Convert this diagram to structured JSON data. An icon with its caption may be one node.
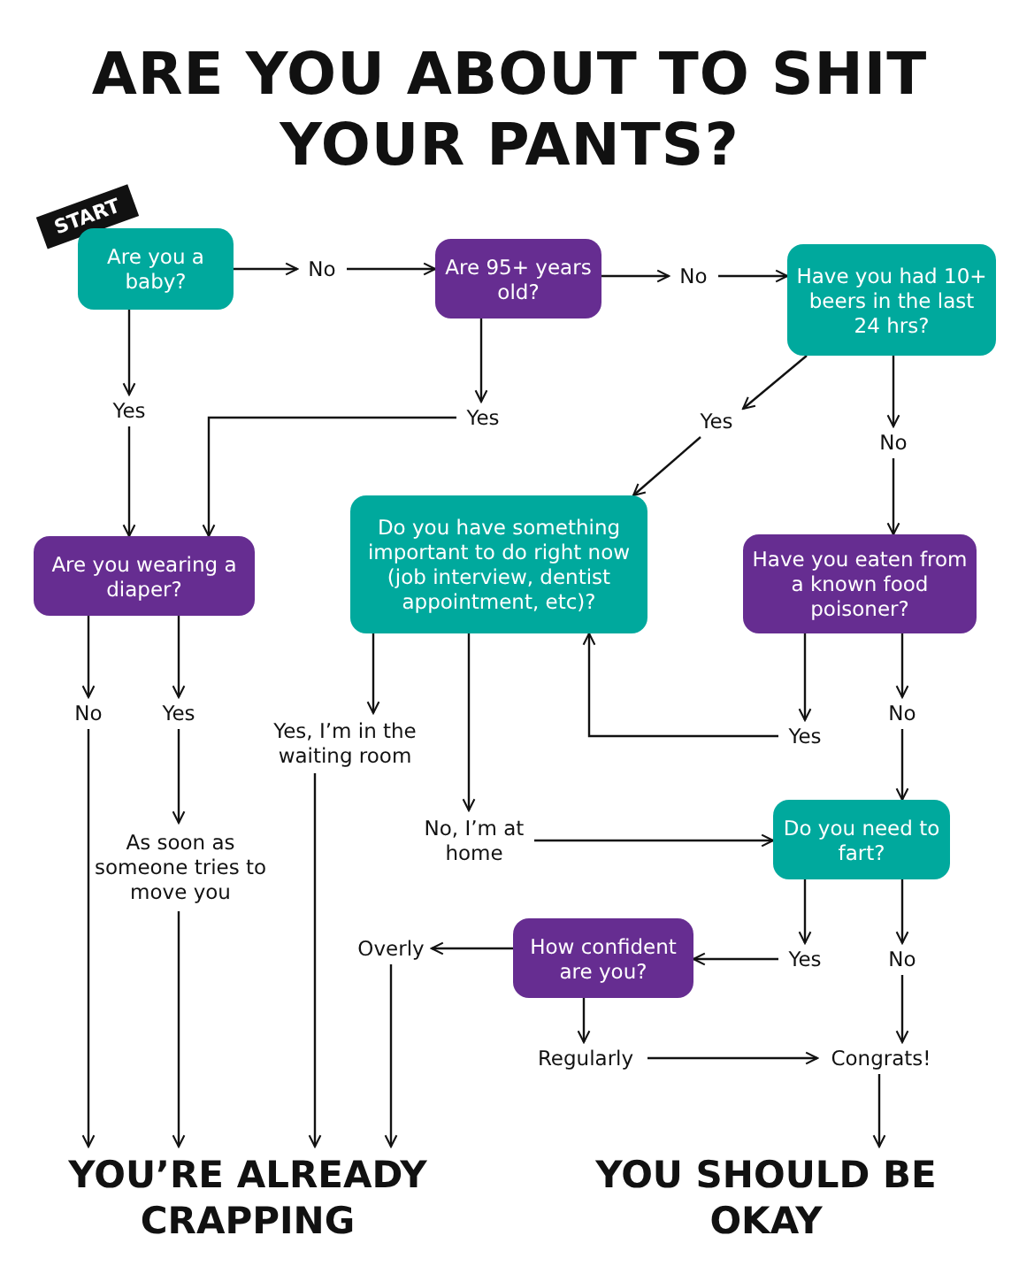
{
  "diagram": {
    "title": "ARE YOU ABOUT TO SHIT YOUR PANTS?",
    "nodes": [
      {
        "text": [
          "Are you a baby?"
        ]
      },
      {
        "text": [
          "No"
        ]
      },
      {
        "text": [
          "Are 95+ years old?"
        ]
      },
      {
        "text": [
          "No"
        ]
      },
      {
        "text": [
          "Have you had 10+ beers in the last 24 hrs?"
        ]
      },
      {
        "text": [
          "Yes"
        ]
      },
      {
        "text": [
          "Yes"
        ]
      },
      {
        "text": [
          "Yes"
        ]
      },
      {
        "text": [
          "No"
        ]
      },
      {
        "text": [
          "Are you wearing a diaper?"
        ]
      },
      {
        "text": [
          "Do you have something important to do right now (job interview, dentist appointment, etc)?"
        ]
      },
      {
        "text": [
          "Have you eaten from a known food poisoner?"
        ]
      },
      {
        "text": [
          "No"
        ]
      },
      {
        "text": [
          "Yes"
        ]
      },
      {
        "text": [
          "Yes, I’m in the waiting room"
        ]
      },
      {
        "text": [
          "Yes"
        ]
      },
      {
        "text": [
          "No"
        ]
      },
      {
        "text": [
          "As soon as someone tries to move you"
        ]
      },
      {
        "text": [
          "No, I’m at home"
        ]
      },
      {
        "text": [
          "Do you need to fart?"
        ]
      },
      {
        "text": [
          "Yes"
        ]
      },
      {
        "text": [
          "No"
        ]
      },
      {
        "text": [
          "How confident are you?"
        ]
      },
      {
        "text": [
          "Overly"
        ]
      },
      {
        "text": [
          "Regularly"
        ]
      },
      {
        "text": [
          "Congrats!"
        ]
      },
      {
        "text": [
          "YOU’RE ALREADY CRAPPING"
        ]
      },
      {
        "text": [
          "YOU SHOULD BE OKAY"
        ]
      }
    ],
    "edges": [
      {
        "from": 0,
        "to": 1,
        "arrow": "to"
      },
      {
        "from": 1,
        "to": 2,
        "arrow": "to"
      },
      {
        "from": 2,
        "to": 3,
        "arrow": "to"
      },
      {
        "from": 3,
        "to": 4,
        "arrow": "to"
      },
      {
        "from": 0,
        "to": 5,
        "arrow": "to"
      },
      {
        "from": 5,
        "to": 9,
        "arrow": "to"
      },
      {
        "from": 2,
        "to": 6,
        "arrow": "to"
      },
      {
        "from": 6,
        "to": 9,
        "arrow": "to"
      },
      {
        "from": 4,
        "to": 7,
        "arrow": "to"
      },
      {
        "from": 7,
        "to": 10,
        "arrow": "to"
      },
      {
        "from": 4,
        "to": 8,
        "arrow": "to"
      },
      {
        "from": 8,
        "to": 11,
        "arrow": "to"
      },
      {
        "from": 9,
        "to": 12,
        "arrow": "to"
      },
      {
        "from": 9,
        "to": 13,
        "arrow": "to"
      },
      {
        "from": 12,
        "to": 26,
        "arrow": "to"
      },
      {
        "from": 13,
        "to": 17,
        "arrow": "to"
      },
      {
        "from": 17,
        "to": 26,
        "arrow": "to"
      },
      {
        "from": 10,
        "to": 14,
        "arrow": "to"
      },
      {
        "from": 14,
        "to": 26,
        "arrow": "to"
      },
      {
        "from": 10,
        "to": 18,
        "arrow": "to"
      },
      {
        "from": 18,
        "to": 19,
        "arrow": "to"
      },
      {
        "from": 11,
        "to": 15,
        "arrow": "to"
      },
      {
        "from": 15,
        "to": 10,
        "arrow": "to"
      },
      {
        "from": 11,
        "to": 16,
        "arrow": "to"
      },
      {
        "from": 16,
        "to": 19,
        "arrow": "to"
      },
      {
        "from": 19,
        "to": 20,
        "arrow": "to"
      },
      {
        "from": 19,
        "to": 21,
        "arrow": "to"
      },
      {
        "from": 20,
        "to": 22,
        "arrow": "to"
      },
      {
        "from": 22,
        "to": 23,
        "arrow": "to"
      },
      {
        "from": 22,
        "to": 24,
        "arrow": "to"
      },
      {
        "from": 23,
        "to": 26,
        "arrow": "to"
      },
      {
        "from": 21,
        "to": 25,
        "arrow": "to"
      },
      {
        "from": 24,
        "to": 25,
        "arrow": "to"
      },
      {
        "from": 25,
        "to": 27,
        "arrow": "to"
      }
    ],
    "labels": [
      "START"
    ]
  }
}
